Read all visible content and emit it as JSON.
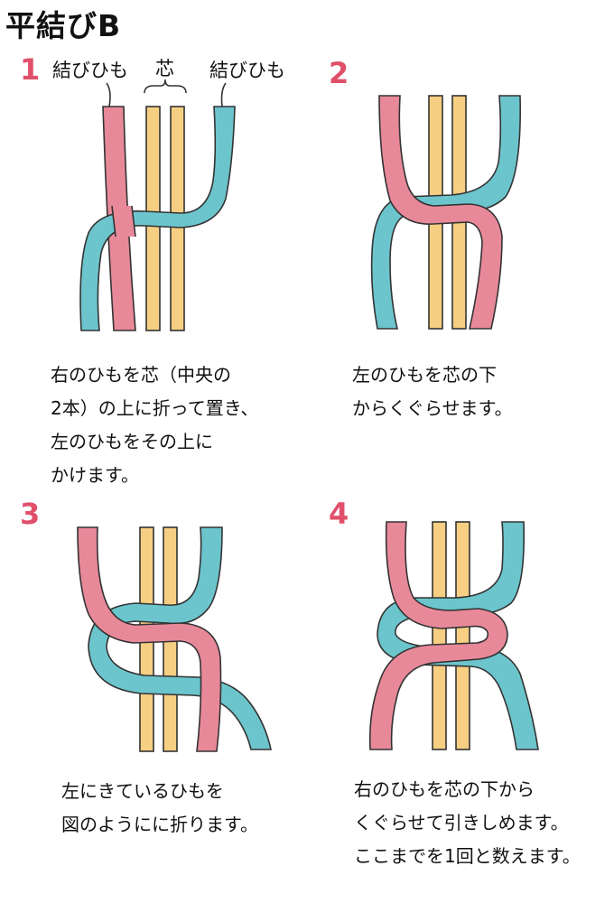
{
  "title": "平結びB",
  "labels": {
    "left_cord": "結びひも",
    "core": "芯",
    "right_cord": "結びひも"
  },
  "steps": [
    {
      "number": "1",
      "lines": [
        "右のひもを芯（中央の",
        "2本）の上に折って置き、",
        "左のひもをその上に",
        "かけます。"
      ]
    },
    {
      "number": "2",
      "lines": [
        "左のひもを芯の下",
        "からくぐらせます。"
      ]
    },
    {
      "number": "3",
      "lines": [
        "左にきているひもを",
        "図のようにに折ります。"
      ]
    },
    {
      "number": "4",
      "lines": [
        "右のひもを芯の下から",
        "くぐらせて引きしめます。",
        "ここまでを1回と数えます。"
      ]
    }
  ],
  "colors": {
    "pink_cord": "#e8899a",
    "blue_cord": "#6cc5cc",
    "core_cord": "#f6cf83",
    "step_number": "#e0506a"
  }
}
